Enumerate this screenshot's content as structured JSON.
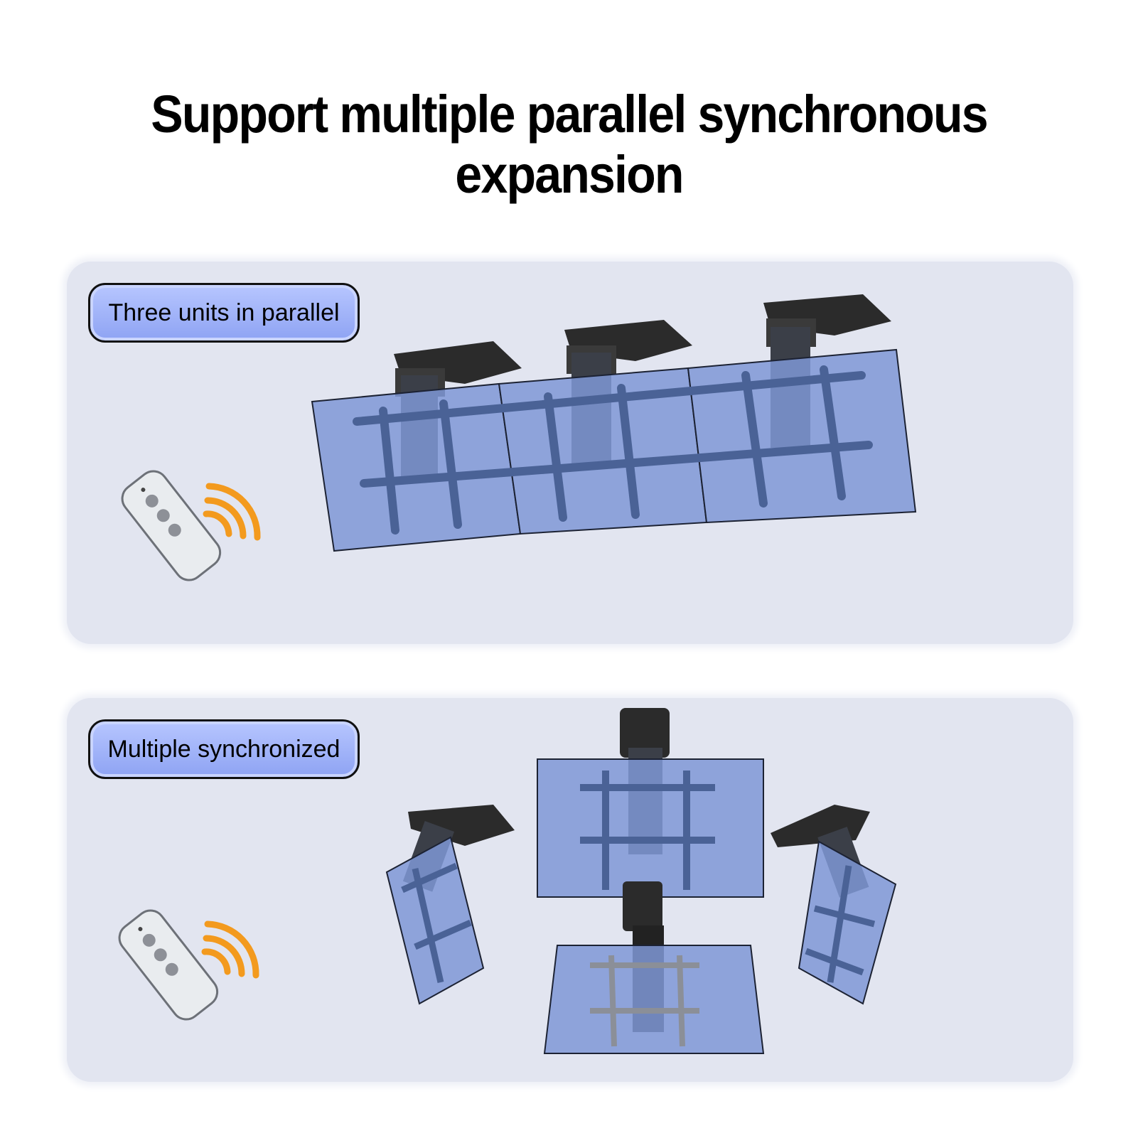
{
  "title": "Support multiple parallel synchronous expansion",
  "panels": [
    {
      "label": "Three units in parallel"
    },
    {
      "label": "Multiple synchronized"
    }
  ],
  "colors": {
    "panel_bg": "#e2e5f0",
    "pill_fill": "#9fb1f8",
    "screen_fill": "#7f98d6",
    "bracket": "#4a6296",
    "mount": "#2a2a2a",
    "signal": "#f39a1e"
  },
  "icons": [
    "remote-control-icon",
    "wireless-signal-icon"
  ]
}
